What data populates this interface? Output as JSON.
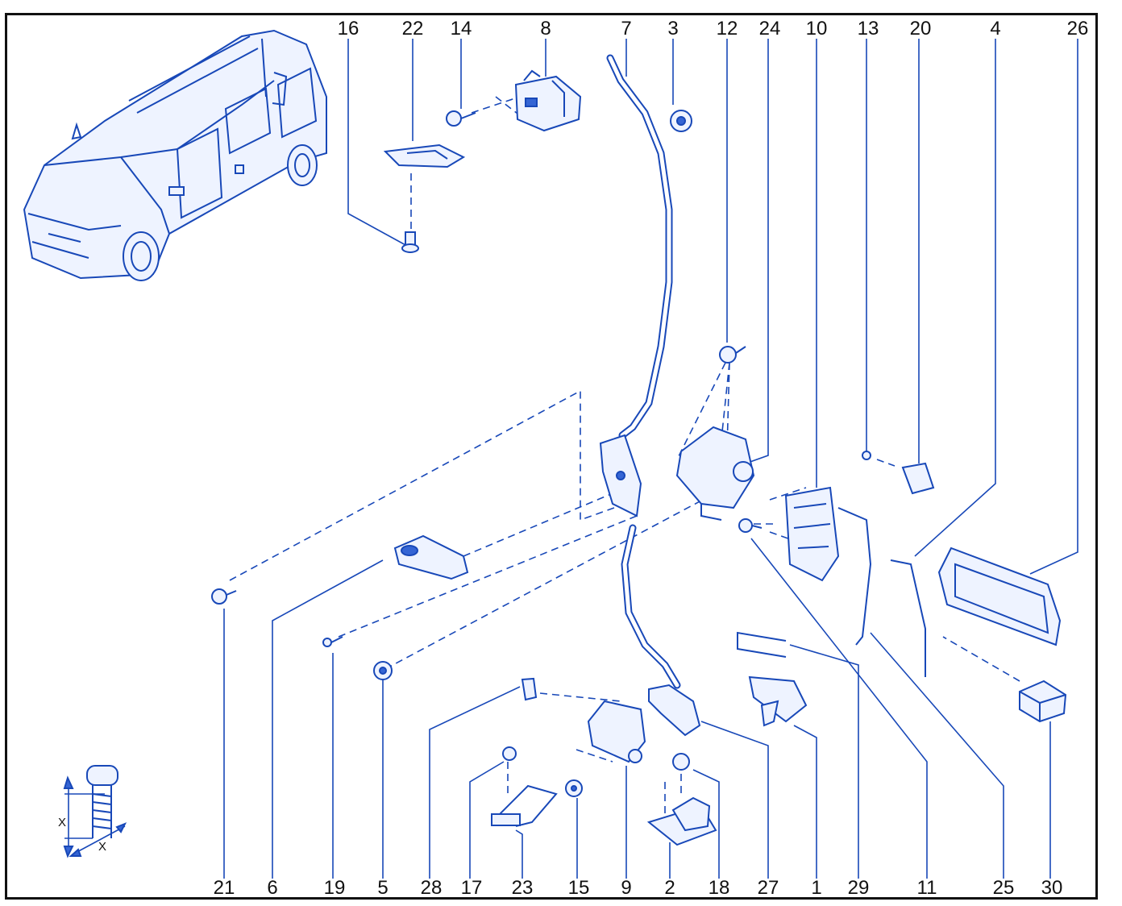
{
  "callouts": {
    "top": [
      {
        "id": "16",
        "text": "16"
      },
      {
        "id": "22",
        "text": "22"
      },
      {
        "id": "14",
        "text": "14"
      },
      {
        "id": "8",
        "text": "8"
      },
      {
        "id": "7",
        "text": "7"
      },
      {
        "id": "3",
        "text": "3"
      },
      {
        "id": "12",
        "text": "12"
      },
      {
        "id": "24",
        "text": "24"
      },
      {
        "id": "10",
        "text": "10"
      },
      {
        "id": "13",
        "text": "13"
      },
      {
        "id": "20",
        "text": "20"
      },
      {
        "id": "4",
        "text": "4"
      },
      {
        "id": "26",
        "text": "26"
      }
    ],
    "bottom": [
      {
        "id": "21",
        "text": "21"
      },
      {
        "id": "6",
        "text": "6"
      },
      {
        "id": "19",
        "text": "19"
      },
      {
        "id": "5",
        "text": "5"
      },
      {
        "id": "28",
        "text": "28"
      },
      {
        "id": "17",
        "text": "17"
      },
      {
        "id": "23",
        "text": "23"
      },
      {
        "id": "15",
        "text": "15"
      },
      {
        "id": "9",
        "text": "9"
      },
      {
        "id": "2",
        "text": "2"
      },
      {
        "id": "18",
        "text": "18"
      },
      {
        "id": "27",
        "text": "27"
      },
      {
        "id": "1",
        "text": "1"
      },
      {
        "id": "29",
        "text": "29"
      },
      {
        "id": "11",
        "text": "11"
      },
      {
        "id": "25",
        "text": "25"
      },
      {
        "id": "30",
        "text": "30"
      }
    ]
  },
  "dimension_symbol": {
    "a": "X",
    "b": "X"
  },
  "colors": {
    "line": "#1848b8",
    "fill": "#eef3ff",
    "text": "#111111",
    "frame": "#111111"
  }
}
